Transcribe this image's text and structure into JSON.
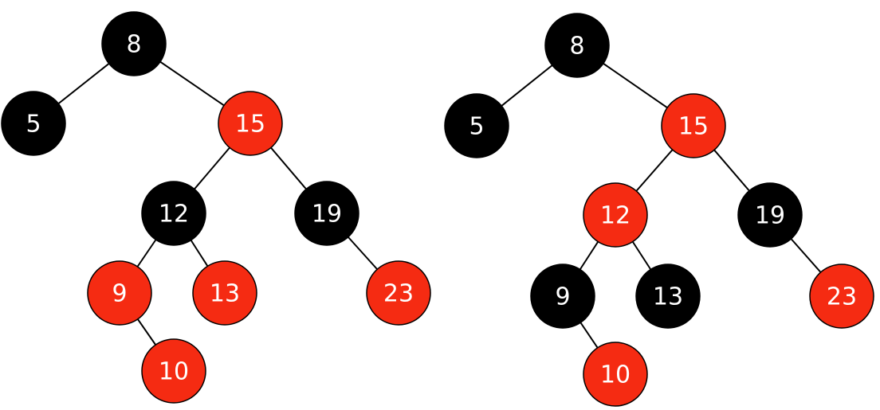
{
  "colors": {
    "black_node": "#000000",
    "red_node": "#f52b12",
    "edge": "#000000",
    "label": "#ffffff"
  },
  "trees": [
    {
      "nodes": [
        {
          "value": "8",
          "color": "black"
        },
        {
          "value": "5",
          "color": "black"
        },
        {
          "value": "15",
          "color": "red"
        },
        {
          "value": "12",
          "color": "black"
        },
        {
          "value": "19",
          "color": "black"
        },
        {
          "value": "9",
          "color": "red"
        },
        {
          "value": "13",
          "color": "red"
        },
        {
          "value": "23",
          "color": "red"
        },
        {
          "value": "10",
          "color": "red"
        }
      ],
      "edges": [
        [
          "8",
          "5"
        ],
        [
          "8",
          "15"
        ],
        [
          "15",
          "12"
        ],
        [
          "15",
          "19"
        ],
        [
          "12",
          "9"
        ],
        [
          "12",
          "13"
        ],
        [
          "19",
          "23"
        ],
        [
          "9",
          "10"
        ]
      ]
    },
    {
      "nodes": [
        {
          "value": "8",
          "color": "black"
        },
        {
          "value": "5",
          "color": "black"
        },
        {
          "value": "15",
          "color": "red"
        },
        {
          "value": "12",
          "color": "red"
        },
        {
          "value": "19",
          "color": "black"
        },
        {
          "value": "9",
          "color": "black"
        },
        {
          "value": "13",
          "color": "black"
        },
        {
          "value": "23",
          "color": "red"
        },
        {
          "value": "10",
          "color": "red"
        }
      ],
      "edges": [
        [
          "8",
          "5"
        ],
        [
          "8",
          "15"
        ],
        [
          "15",
          "12"
        ],
        [
          "15",
          "19"
        ],
        [
          "12",
          "9"
        ],
        [
          "12",
          "13"
        ],
        [
          "19",
          "23"
        ],
        [
          "9",
          "10"
        ]
      ]
    }
  ]
}
